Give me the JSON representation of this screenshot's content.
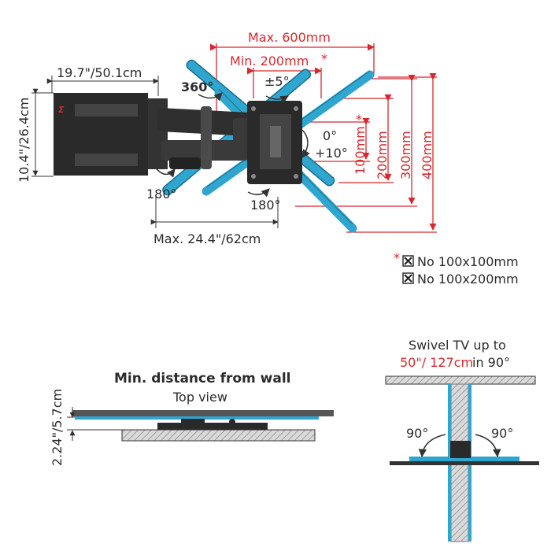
{
  "top": {
    "max_width": "Max. 600mm",
    "min_width": "Min. 200mm",
    "asterisk": "*",
    "tilt_swing": "±5°",
    "rotate": "360°",
    "wall_plate_width": "19.7\"/50.1cm",
    "wall_plate_height": "10.4\"/26.4cm",
    "tilt_zero": "0°",
    "tilt_plus": "+10°",
    "swivel_left": "180°",
    "swivel_right": "180°",
    "extension": "Max. 24.4\"/62cm",
    "vesa_heights": [
      "100mm",
      "200mm",
      "300mm",
      "400mm"
    ]
  },
  "notes": {
    "star": "*",
    "items": [
      "No 100x100mm",
      "No 100x200mm"
    ]
  },
  "wall_view": {
    "title": "Min. distance from wall",
    "subtitle": "Top view",
    "depth": "2.24\"/5.7cm"
  },
  "swivel_view": {
    "title": "Swivel TV up to",
    "size": "50\"/ 127cm",
    "suffix": " in 90°",
    "angle_left": "90°",
    "angle_right": "90°"
  },
  "colors": {
    "accent_red": "#d7282f",
    "arm_blue": "#2fa6cf",
    "bracket_black": "#2a2a2a"
  }
}
